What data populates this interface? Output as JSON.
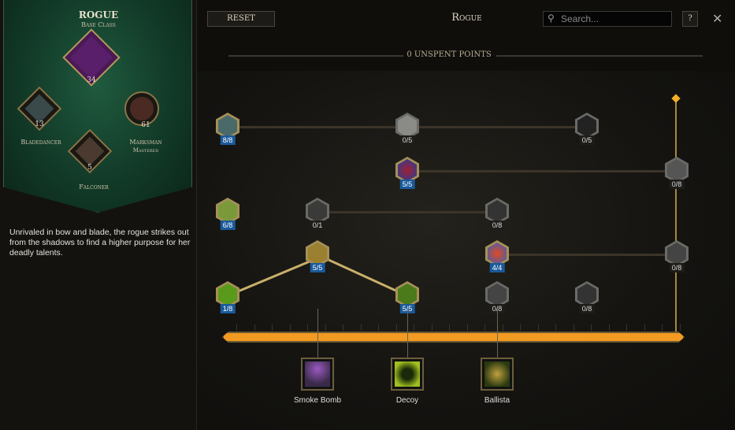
{
  "sidebar": {
    "class_name": "ROGUE",
    "class_subtitle": "Base Class",
    "base_points": "34",
    "masteries": [
      {
        "name": "Bladedancer",
        "points": "13"
      },
      {
        "name": "Marksman",
        "points": "61",
        "status": "Mastered"
      },
      {
        "name": "Falconer",
        "points": "5"
      }
    ],
    "description": "Unrivaled in bow and blade, the rogue strikes out from the shadows to find a higher purpose for her deadly talents."
  },
  "header": {
    "reset_label": "RESET",
    "title": "Rogue",
    "search_placeholder": "Search...",
    "help_label": "?",
    "close_label": "✕",
    "unspent_points": "0 UNSPENT POINTS"
  },
  "nodes": [
    {
      "points": "8/8",
      "allocated": true,
      "color": "#5a7a7a"
    },
    {
      "points": "0/5",
      "allocated": false,
      "color": "#8a8a86"
    },
    {
      "points": "0/5",
      "allocated": false,
      "color": "#2a2a28"
    },
    {
      "points": "5/5",
      "allocated": true,
      "color": "#8a2030"
    },
    {
      "points": "0/8",
      "allocated": false,
      "color": "#6a6a66"
    },
    {
      "points": "6/8",
      "allocated": true,
      "color": "#8aa040"
    },
    {
      "points": "0/1",
      "allocated": false,
      "color": "#555"
    },
    {
      "points": "0/8",
      "allocated": false,
      "color": "#444"
    },
    {
      "points": "5/5",
      "allocated": true,
      "color": "#a08a30"
    },
    {
      "points": "4/4",
      "allocated": true,
      "color": "#d04a30"
    },
    {
      "points": "0/8",
      "allocated": false,
      "color": "#555"
    },
    {
      "points": "1/8",
      "allocated": true,
      "color": "#6aaa20"
    },
    {
      "points": "5/5",
      "allocated": true,
      "color": "#5a8a20"
    },
    {
      "points": "0/8",
      "allocated": false,
      "color": "#555"
    },
    {
      "points": "0/8",
      "allocated": false,
      "color": "#444"
    }
  ],
  "progress": {
    "fraction": 1.0,
    "color": "#f29a22"
  },
  "skills": [
    {
      "name": "Smoke Bomb",
      "color": "#7a4aa0"
    },
    {
      "name": "Decoy",
      "color": "#a0c020"
    },
    {
      "name": "Ballista",
      "color": "#c0a040"
    }
  ]
}
